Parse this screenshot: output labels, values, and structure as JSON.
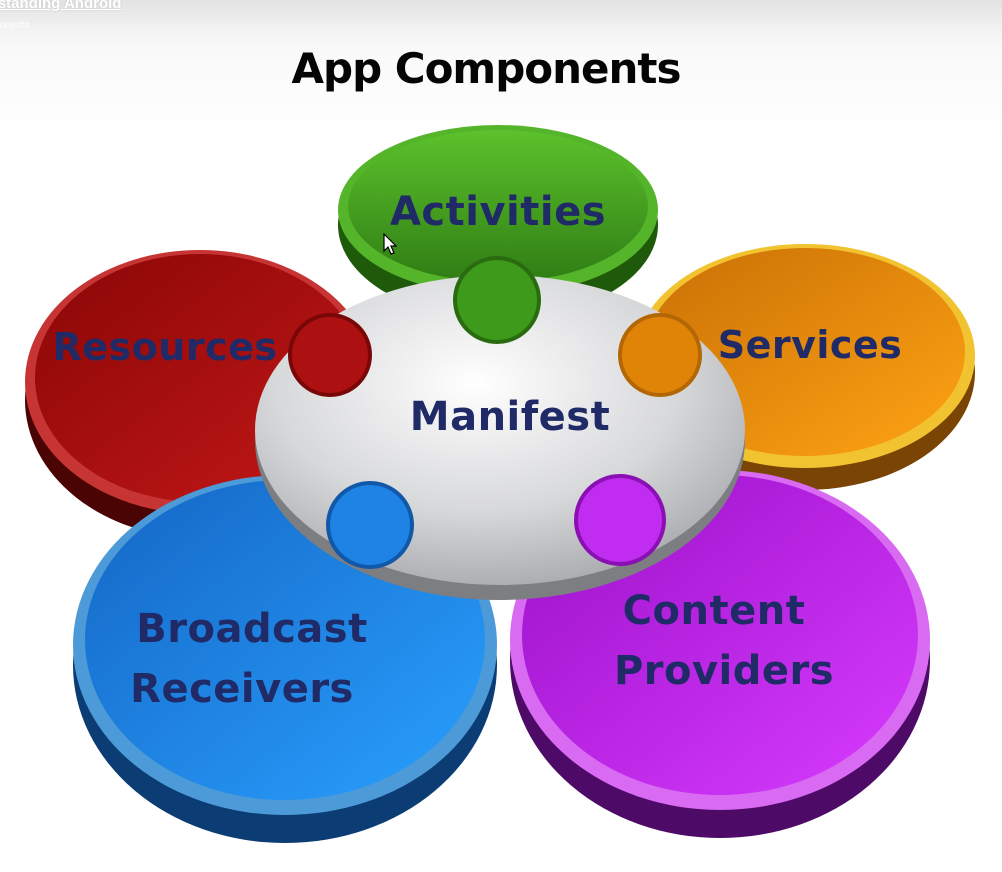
{
  "header": {
    "video_title": "rstanding Android",
    "video_subtitle": "ponents"
  },
  "title": "App Components",
  "center": {
    "label": "Manifest",
    "color": "#c9cbce"
  },
  "components": [
    {
      "id": "activities",
      "lines": [
        "Activities"
      ],
      "color": "#3f9a1e"
    },
    {
      "id": "services",
      "lines": [
        "Services"
      ],
      "color": "#e88c0a"
    },
    {
      "id": "content-providers",
      "lines": [
        "Content",
        "Providers"
      ],
      "color": "#b51ce8"
    },
    {
      "id": "broadcast-receivers",
      "lines": [
        "Broadcast",
        "Receivers"
      ],
      "color": "#1a7fe0"
    },
    {
      "id": "resources",
      "lines": [
        "Resources"
      ],
      "color": "#a10d0d"
    }
  ]
}
